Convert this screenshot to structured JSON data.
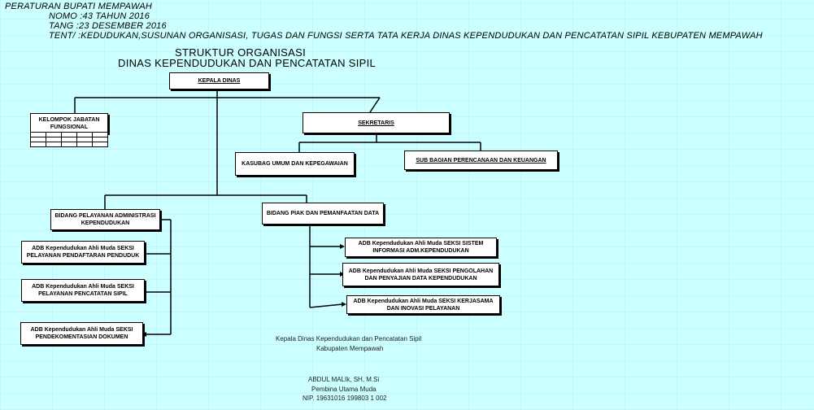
{
  "header": {
    "line1": "PERATURAN BUPATI MEMPAWAH",
    "line2": "NOMO :43 TAHUN 2016",
    "line3": "TANG :23 DESEMBER 2016",
    "line4": "TENT/ :KEDUDUKAN,SUSUNAN ORGANISASI, TUGAS DAN FUNGSI SERTA TATA KERJA DINAS KEPENDUDUKAN DAN PENCATATAN SIPIL KEBUPATEN MEMPAWAH"
  },
  "title": {
    "line1": "STRUKTUR ORGANISASI",
    "line2": "DINAS KEPENDUDUKAN DAN PENCATATAN SIPIL"
  },
  "boxes": {
    "kepala": "KEPALA DINAS",
    "jabatan": "KELOMPOK JABATAN FUNGSIONAL",
    "sekretaris": "SEKRETARIS",
    "kasubag": "KASUBAG UMUM DAN KEPEGAWAIAN",
    "subbagian": "SUB BAGIAN PERENCANAAN DAN KEUANGAN",
    "bidang_pelayanan": "BIDANG PELAYANAN ADMINISTRASI KEPENDUDUKAN",
    "bidang_piak": "BIDANG PIAK DAN PEMANFAATAN DATA",
    "seksi_pendaftaran": "ADB Kependudukan Ahli Muda SEKSI PELAYANAN PENDAFTARAN PENDUDUK",
    "seksi_pencatatan": "ADB Kependudukan Ahli Muda SEKSI PELAYANAN PENCATATAN SIPIL",
    "seksi_pendokumentasian": "ADB Kependudukan Ahli Muda SEKSI PENDEKOMENTASIAN DOKUMEN",
    "seksi_sistem": "ADB Kependudukan Ahli Muda SEKSI SISTEM INFORMASI ADM.KEPENDUDUKAN",
    "seksi_pengolahan": "ADB Kependudukan Ahli Muda SEKSI PENGOLAHAN DAN PENYAJIAN DATA KEPENDUDUKAN",
    "seksi_kerjasama": "ADB Kependudukan Ahli Muda SEKSI KERJASAMA DAN INOVASI PELAYANAN"
  },
  "signature": {
    "role1": "Kepala Dinas Kependudukan dan Pencatatan Sipil",
    "role2": "Kabupaten Mempawah",
    "name": "ABDUL MALIk, SH, M.Si",
    "rank": "Pembina Utama Muda",
    "nip": "NIP. 19631016 199803 1 002"
  }
}
